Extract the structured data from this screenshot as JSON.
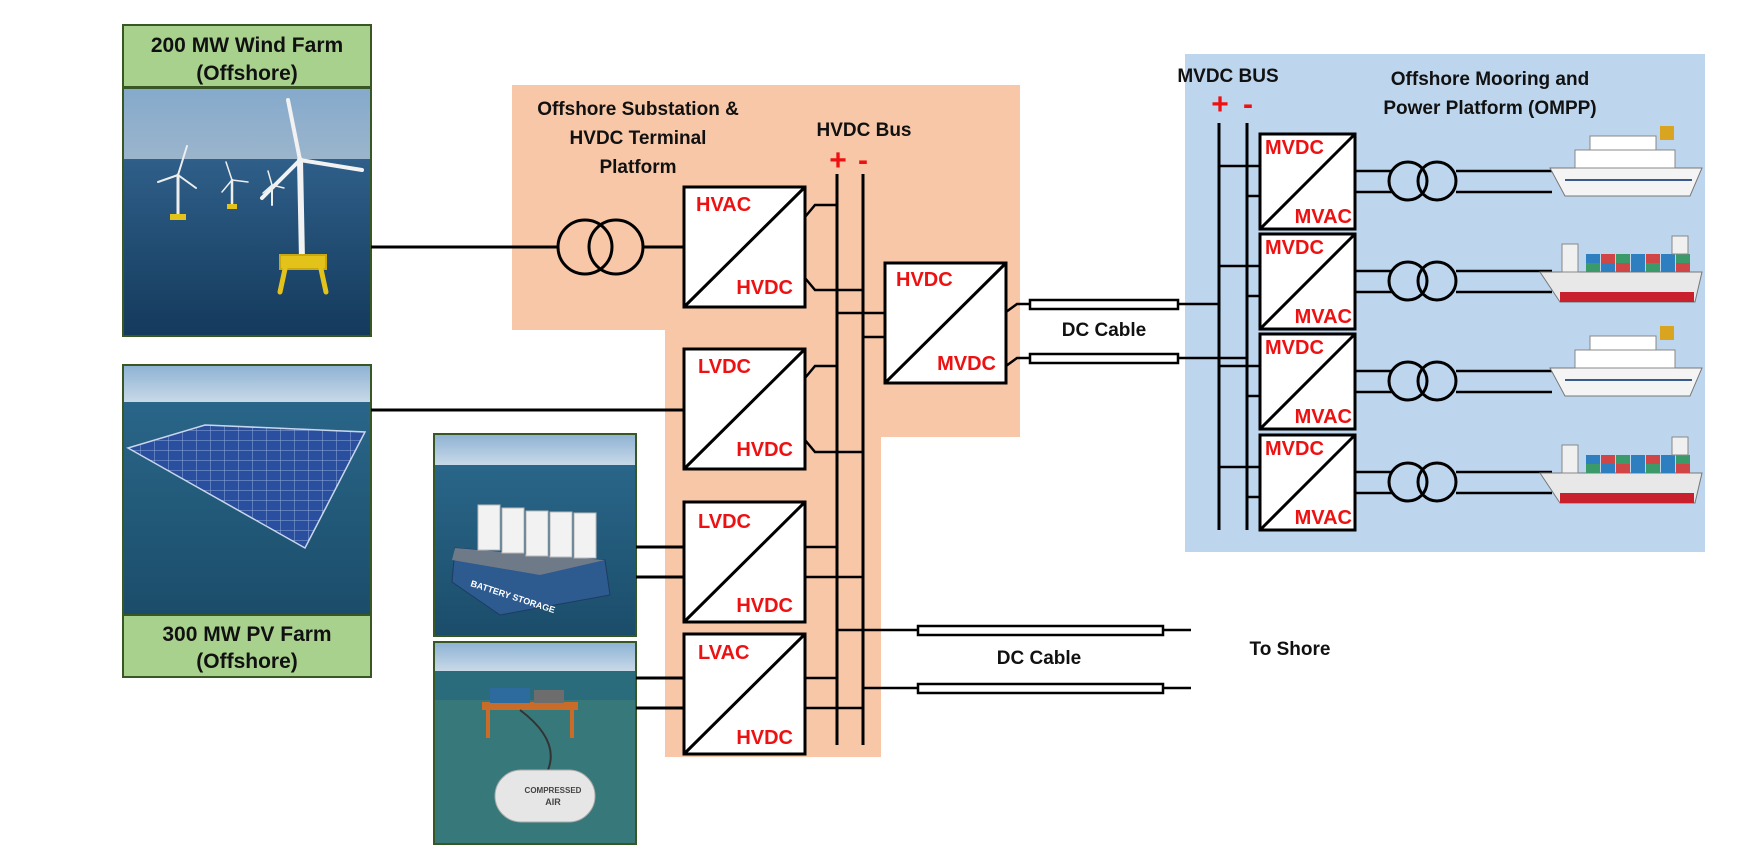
{
  "sources": {
    "wind_farm": {
      "line1": "200 MW Wind Farm",
      "line2": "(Offshore)"
    },
    "pv_farm": {
      "line1": "300 MW PV Farm",
      "line2": "(Offshore)"
    },
    "battery_label": "BATTERY STORAGE",
    "caes_label_1": "COMPRESSED",
    "caes_label_2": "AIR"
  },
  "substation": {
    "title_1": "Offshore Substation &",
    "title_2": "HVDC Terminal",
    "title_3": "Platform"
  },
  "hvdc_bus": {
    "label": "HVDC Bus",
    "plus": "+",
    "minus": "-"
  },
  "converters": {
    "c1": {
      "top": "HVAC",
      "bottom": "HVDC"
    },
    "c2": {
      "top": "LVDC",
      "bottom": "HVDC"
    },
    "c3": {
      "top": "LVDC",
      "bottom": "HVDC"
    },
    "c4": {
      "top": "LVAC",
      "bottom": "HVDC"
    },
    "c5": {
      "top": "HVDC",
      "bottom": "MVDC"
    }
  },
  "cables": {
    "upper": "DC Cable",
    "lower": "DC Cable",
    "to_shore": "To Shore"
  },
  "mvdc_bus": {
    "label": "MVDC BUS",
    "plus": "+",
    "minus": "-"
  },
  "ompp": {
    "title_1": "Offshore Mooring and",
    "title_2": "Power Platform (OMPP)",
    "converters": [
      {
        "top": "MVDC",
        "bottom": "MVAC"
      },
      {
        "top": "MVDC",
        "bottom": "MVAC"
      },
      {
        "top": "MVDC",
        "bottom": "MVAC"
      },
      {
        "top": "MVDC",
        "bottom": "MVAC"
      }
    ]
  },
  "colors": {
    "substation_fill": "#f8c7a8",
    "ompp_fill": "#bdd6ee",
    "label_box_fill": "#a9d18e",
    "label_box_border": "#385723",
    "converter_label": "#ee1111"
  }
}
